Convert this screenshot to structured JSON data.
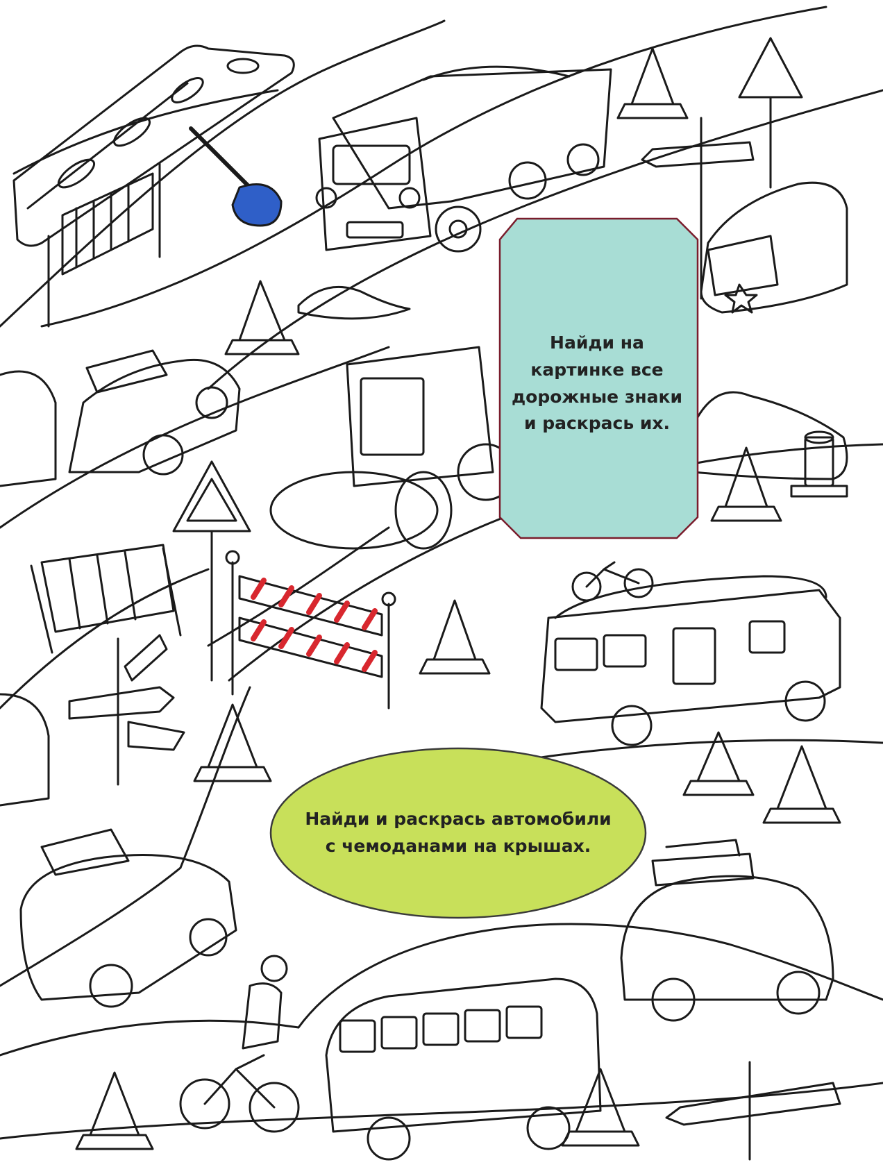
{
  "tasks": {
    "signs": {
      "line1": "Найди на",
      "line2": "картинке все",
      "line3": "дорожные знаки",
      "line4": "и раскрась их."
    },
    "cars": {
      "line1": "Найди и раскрась автомобили",
      "line2": "с чемоданами на крышах."
    }
  },
  "colors": {
    "signs_box": "#a8ddd5",
    "signs_box_border": "#7a1c2c",
    "cars_box": "#c8e05a",
    "cars_box_border": "#3a3a3a",
    "shovel_blade": "#2f5fc8",
    "barrier_stripes": "#d8272e",
    "line": "#1a1a1a"
  }
}
